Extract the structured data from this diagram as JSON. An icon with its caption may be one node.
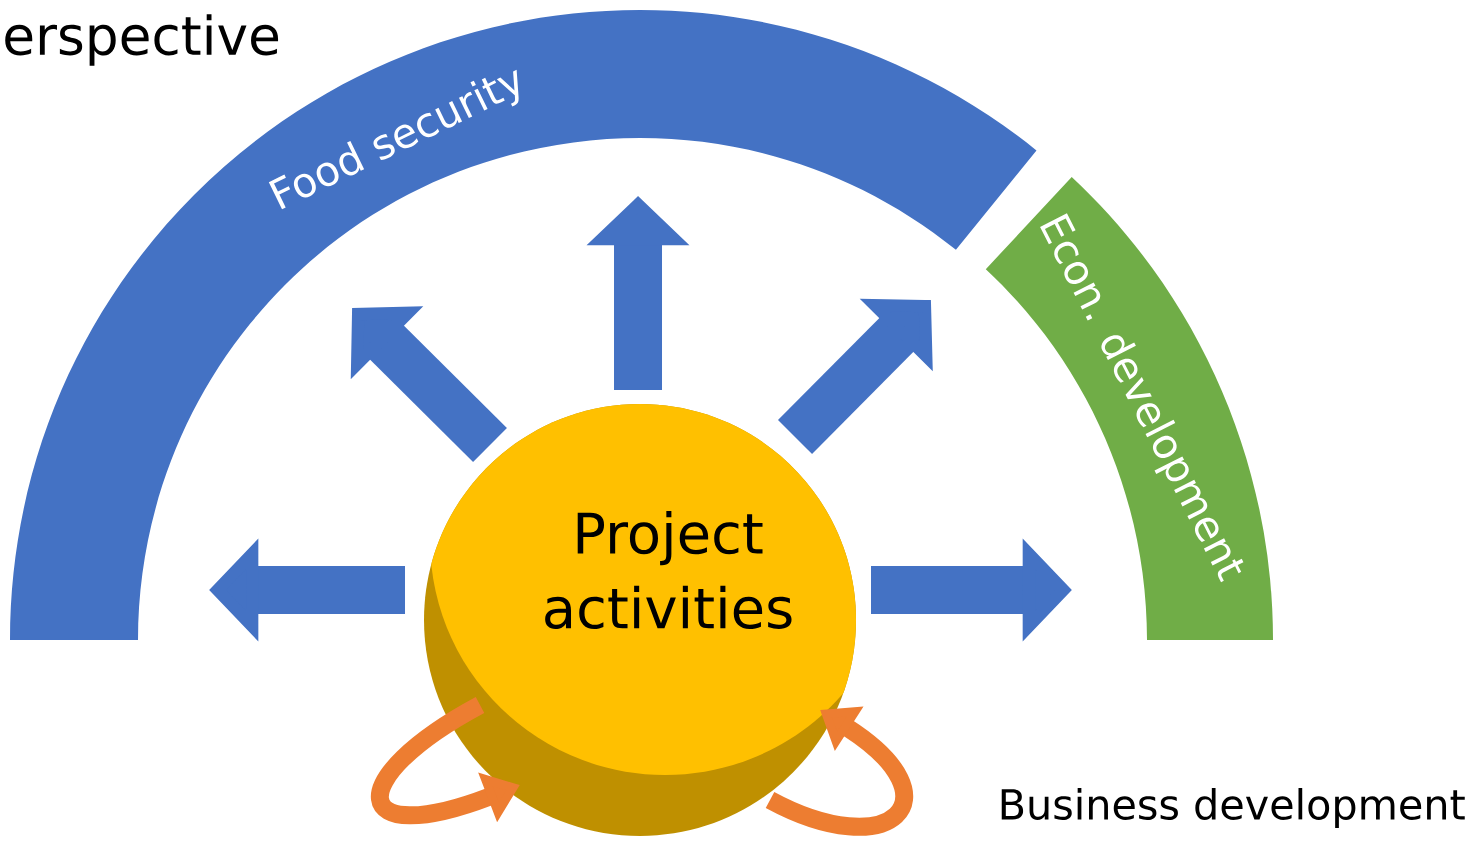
{
  "diagram": {
    "nodes": [
      {
        "text": [
          "Food security"
        ]
      },
      {
        "text": [
          "Econ. development"
        ]
      },
      {
        "text": [
          "Project activities"
        ]
      }
    ],
    "edges": [
      {
        "from": 2,
        "to": null,
        "arrow": "to"
      },
      {
        "from": 2,
        "to": null,
        "arrow": "to"
      },
      {
        "from": 2,
        "to": null,
        "arrow": "to"
      },
      {
        "from": 2,
        "to": null,
        "arrow": "to"
      },
      {
        "from": 2,
        "to": 1,
        "arrow": "to"
      },
      {
        "from": 2,
        "to": 2,
        "arrow": "to",
        "color": "#ed7d31"
      },
      {
        "from": 2,
        "to": 2,
        "arrow": "to",
        "color": "#ed7d31"
      }
    ],
    "labels": [
      "erspective",
      "Business development"
    ]
  }
}
